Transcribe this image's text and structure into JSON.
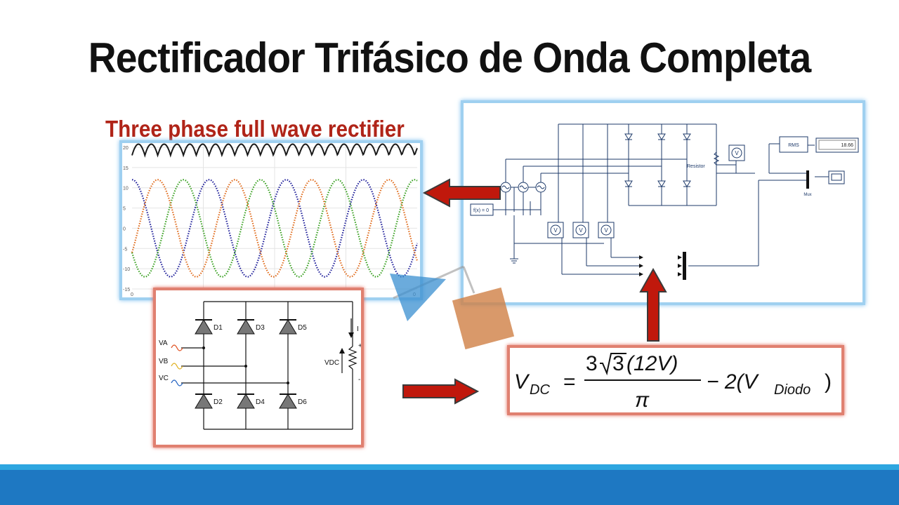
{
  "slide": {
    "title": "Rectificador Trifásico de Onda Completa",
    "subtitle": "Three phase full wave rectifier"
  },
  "plot": {
    "yticks": [
      "20",
      "15",
      "10",
      "5",
      "0",
      "-5",
      "-10",
      "-15"
    ],
    "xticks": [
      "0",
      "0"
    ],
    "series_colors": [
      "#1a1a1a",
      "#1f1f9a",
      "#38a020",
      "#e06a1a"
    ]
  },
  "simulink": {
    "rms_label": "RMS",
    "display_value": "18.66",
    "resistor_label": "Resistor",
    "mux_label": "Mux",
    "const_label": "f(x) = 0",
    "voltmeter_symbol": "V"
  },
  "circuit": {
    "diodes": [
      "D1",
      "D3",
      "D5",
      "D2",
      "D4",
      "D6"
    ],
    "inputs": [
      "VA",
      "VB",
      "VC"
    ],
    "vdc": "VDC",
    "current": "I",
    "plus": "+",
    "minus": "-"
  },
  "formula": {
    "lhs": "V",
    "lhs_sub": "DC",
    "eq": "=",
    "num_coeff": "3",
    "num_sqrt": "3",
    "num_rest": "(12V)",
    "den": "π",
    "rhs": "− 2(V",
    "rhs_sub": "Diodo",
    "rhs_close": ")"
  },
  "colors": {
    "title": "#111111",
    "subtitle": "#b02418",
    "accent_red": "#c0180c",
    "frame_blue": "#9fd0f0",
    "footer_light": "#2ea6e0",
    "footer_dark": "#1e78c2"
  }
}
